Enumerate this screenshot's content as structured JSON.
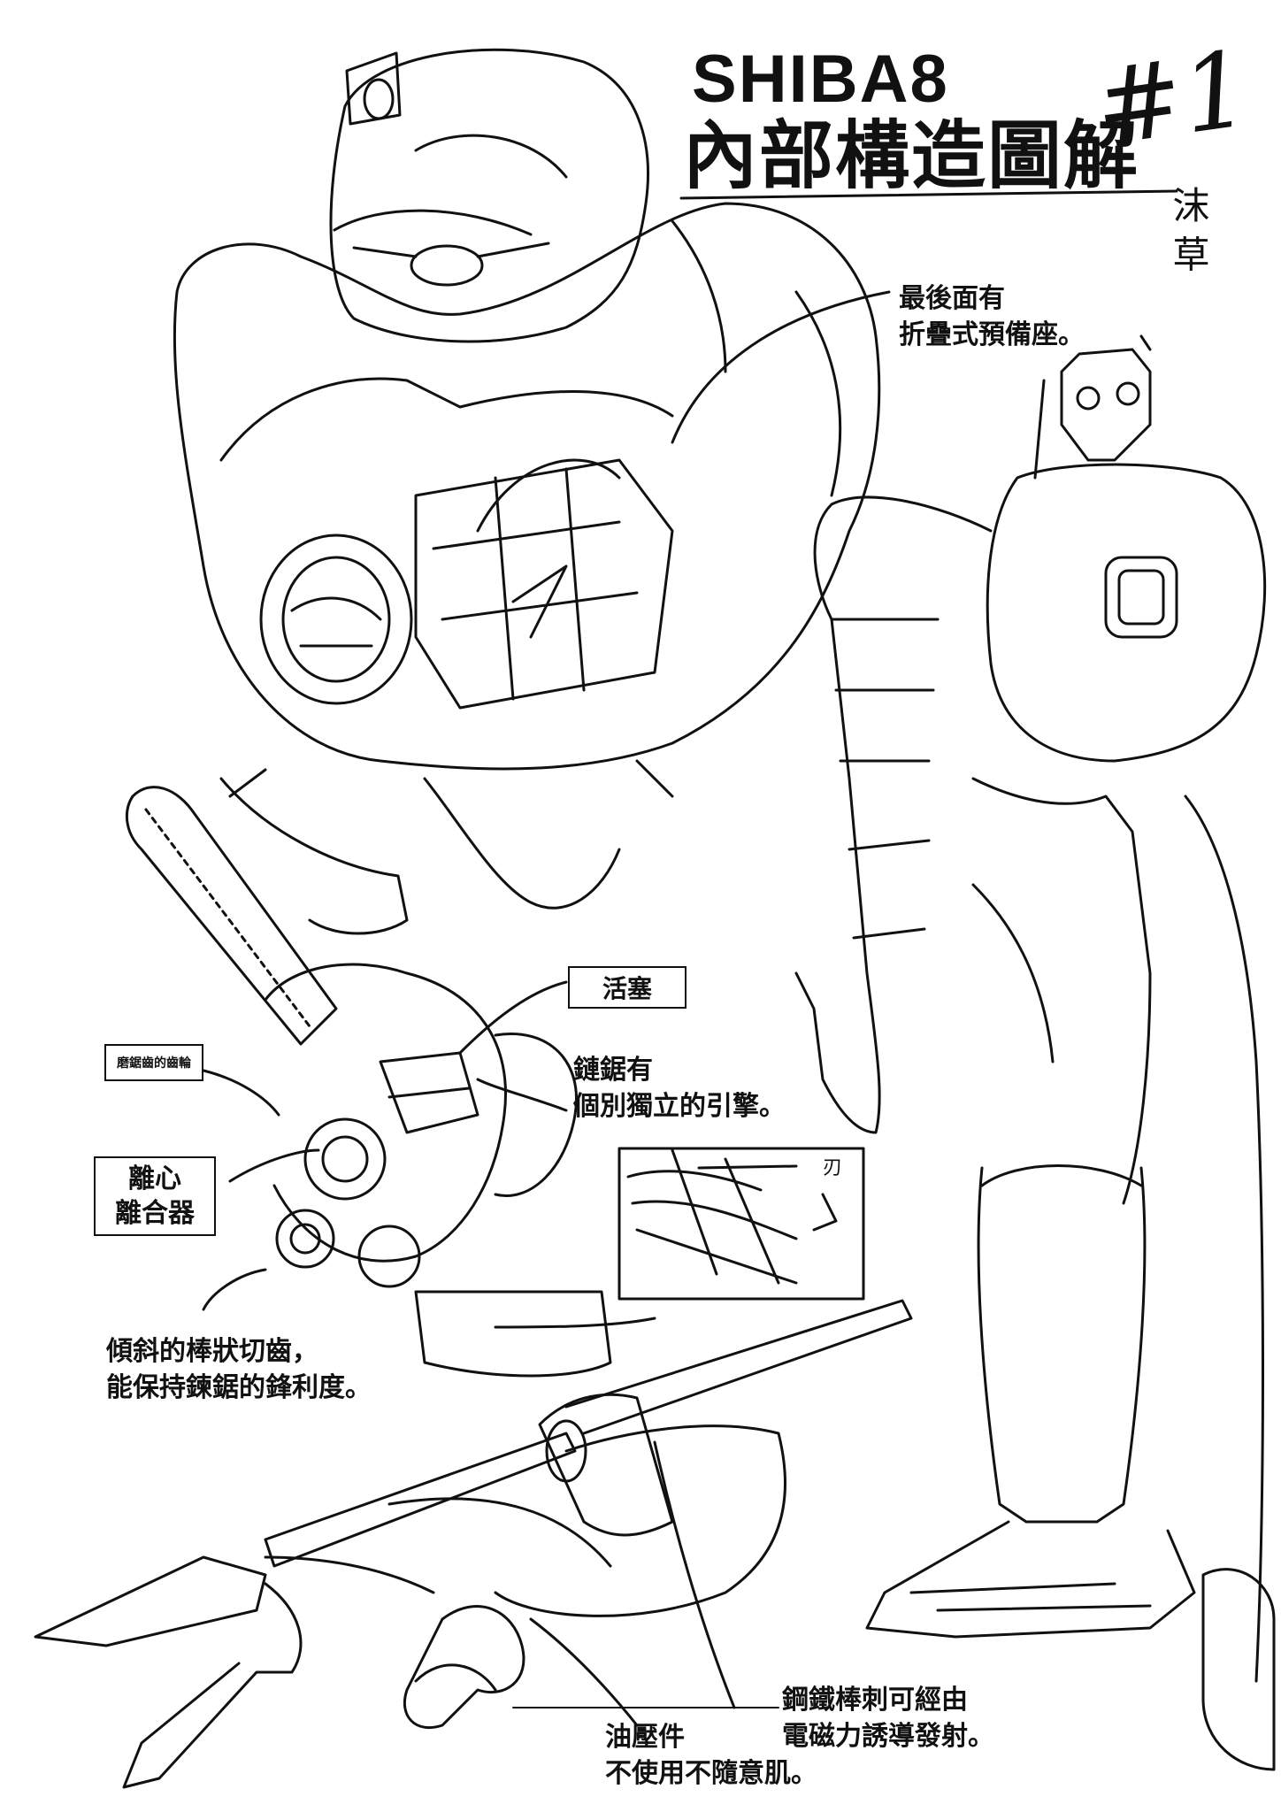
{
  "title": {
    "en": "SHIBA8",
    "zh": "內部構造圖解",
    "issue": "#1"
  },
  "signature": "沫 草",
  "callouts": {
    "seat": [
      "最後面有",
      "折疊式預備座。"
    ],
    "piston": "活塞",
    "gear": "磨鋸齒的齒輪",
    "engine": [
      "鏈鋸有",
      "個別獨立的引擎。"
    ],
    "clutch": [
      "離心",
      "離合器"
    ],
    "blade_tag": "刃",
    "teeth": [
      "傾斜的棒狀切齒，",
      "能保持鍊鋸的鋒利度。"
    ],
    "rod": [
      "鋼鐵棒刺可經由",
      "電磁力誘導發射。"
    ],
    "hydraulic": [
      "油壓件",
      "不使用不隨意肌。"
    ]
  },
  "colors": {
    "ink": "#111111",
    "paper": "#ffffff"
  }
}
